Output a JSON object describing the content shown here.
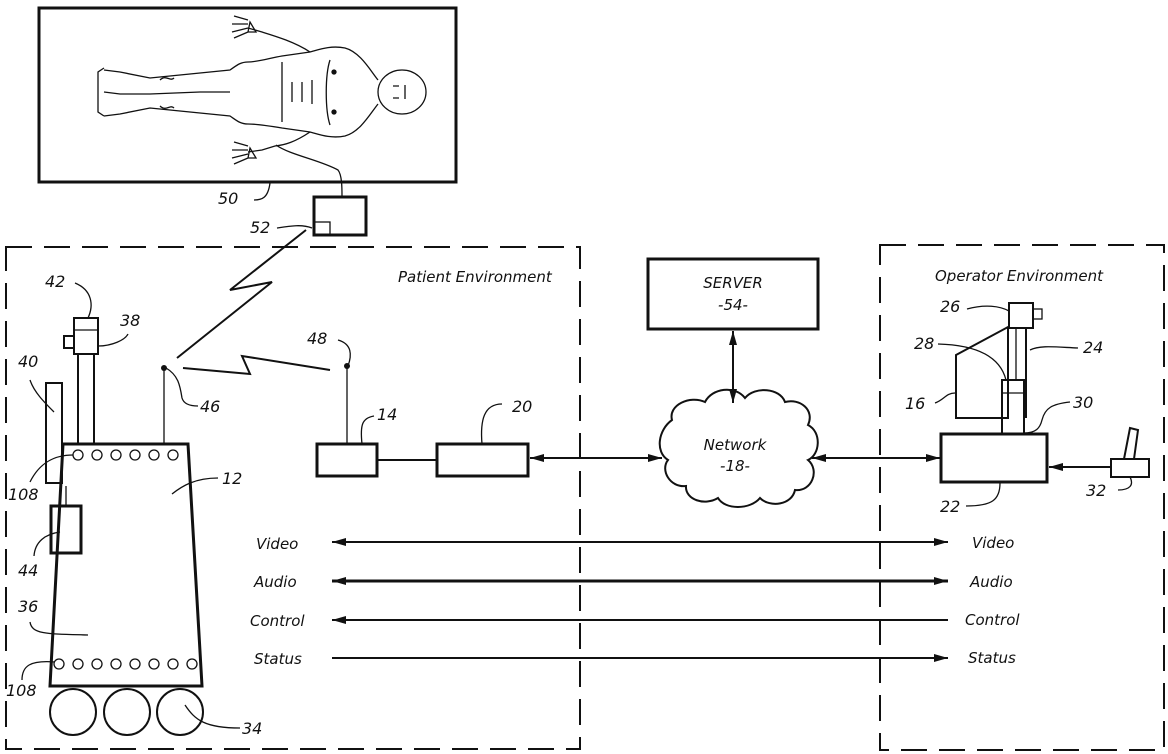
{
  "figure": {
    "patient_environment_label": "Patient Environment",
    "operator_environment_label": "Operator Environment",
    "server": {
      "title": "SERVER",
      "ref": "-54-"
    },
    "network": {
      "title": "Network",
      "ref": "-18-"
    },
    "reference_numerals": {
      "robot": "12",
      "base_station": "14",
      "operator_monitor": "16",
      "router": "20",
      "remote_station": "22",
      "remote_screen": "24",
      "remote_camera": "26",
      "speaker": "28",
      "microphone": "30",
      "joystick": "32",
      "wheels": "34",
      "platform": "36",
      "robot_camera": "38",
      "robot_monitor": "40",
      "robot_camera_mount": "42",
      "robot_speaker": "44",
      "robot_antenna": "46",
      "base_antenna": "48",
      "medical_sensor": "50",
      "sensor_unit": "52",
      "sensor_ring_top": "108",
      "sensor_ring_bottom": "108"
    },
    "channels": [
      {
        "name": "Video",
        "left_arrow": true,
        "right_arrow": true
      },
      {
        "name": "Audio",
        "left_arrow": true,
        "right_arrow": true
      },
      {
        "name": "Control",
        "left_arrow": true,
        "right_arrow": false
      },
      {
        "name": "Status",
        "left_arrow": false,
        "right_arrow": true
      }
    ]
  }
}
